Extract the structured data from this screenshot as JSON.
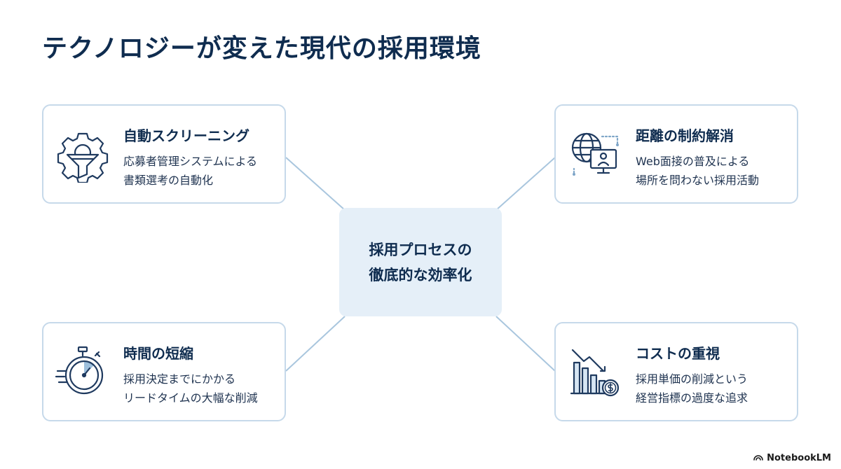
{
  "title": "テクノロジーが変えた現代の採用環境",
  "center": {
    "line1": "採用プロセスの",
    "line2": "徹底的な効率化"
  },
  "cards": {
    "top_left": {
      "heading": "自動スクリーニング",
      "desc_line1": "応募者管理システムによる",
      "desc_line2": "書類選考の自動化",
      "icon": "gear-funnel-icon"
    },
    "top_right": {
      "heading": "距離の制約解消",
      "desc_line1": "Web面接の普及による",
      "desc_line2": "場所を問わない採用活動",
      "icon": "globe-monitor-icon"
    },
    "bottom_left": {
      "heading": "時間の短縮",
      "desc_line1": "採用決定までにかかる",
      "desc_line2": "リードタイムの大幅な削減",
      "icon": "stopwatch-icon"
    },
    "bottom_right": {
      "heading": "コストの重視",
      "desc_line1": "採用単価の削減という",
      "desc_line2": "経営指標の過度な追求",
      "icon": "declining-cost-chart-icon"
    }
  },
  "watermark": {
    "text": "NotebookLM",
    "icon": "notebooklm-logo-icon"
  },
  "colors": {
    "title": "#0f2c4f",
    "card_border": "#c6d9ea",
    "center_bg": "#e5eff8",
    "connector": "#a9c6de",
    "icon_stroke": "#1f3a5f"
  }
}
